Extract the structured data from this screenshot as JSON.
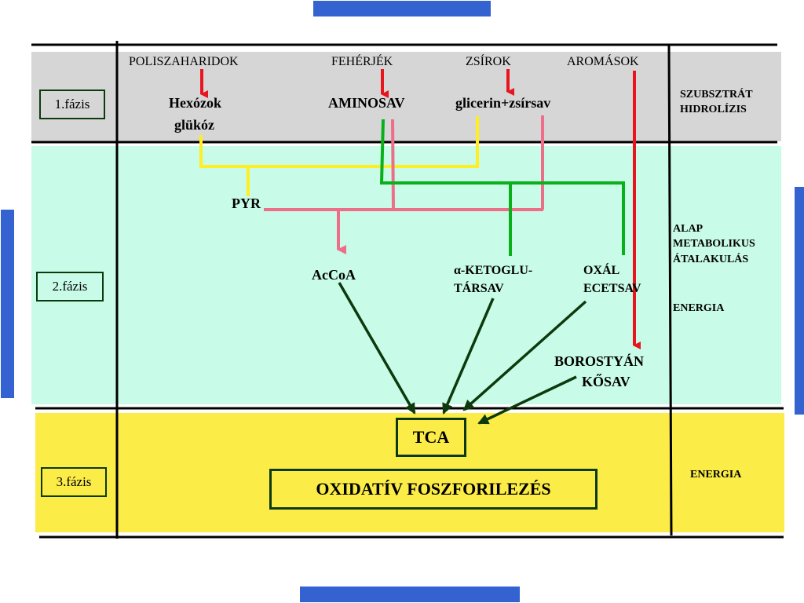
{
  "phase1": {
    "label": "1.fázis",
    "sources": [
      "POLISZAHARIDOK",
      "FEHÉRJÉK",
      "ZSÍROK",
      "AROMÁSOK"
    ],
    "products": {
      "hexozok": "Hexózok",
      "glukoz": "glükóz",
      "aminosav": "AMINOSAV",
      "glicerin": "glicerin+zsírsav"
    },
    "side": [
      "SZUBSZTRÁT",
      "HIDROLÍZIS"
    ]
  },
  "phase2": {
    "label": "2.fázis",
    "pyr": "PYR",
    "accoa": "AcCoA",
    "ketoglu": [
      "α-KETOGLU-",
      "TÁRSAV"
    ],
    "oxal": [
      "OXÁL",
      "ECETSAV"
    ],
    "borostyan": [
      "BOROSTYÁN",
      "KŐSAV"
    ],
    "side": [
      "ALAP",
      "METABOLIKUS",
      "ÁTALAKULÁS"
    ],
    "energy": "ENERGIA"
  },
  "phase3": {
    "label": "3.fázis",
    "tca": "TCA",
    "oxfos": "OXIDATÍV FOSZFORILEZÉS",
    "energy": "ENERGIA"
  },
  "colors": {
    "phase1_bg": "#d6d6d6",
    "phase2_bg": "#c8fbe8",
    "phase3_bg": "#fbec48",
    "accent_blue": "#3462d0",
    "red": "#e8141e",
    "yellow": "#ffee22",
    "pink": "#ee6e8a",
    "green": "#0ab01a",
    "dark_green": "#0c3a0c"
  }
}
